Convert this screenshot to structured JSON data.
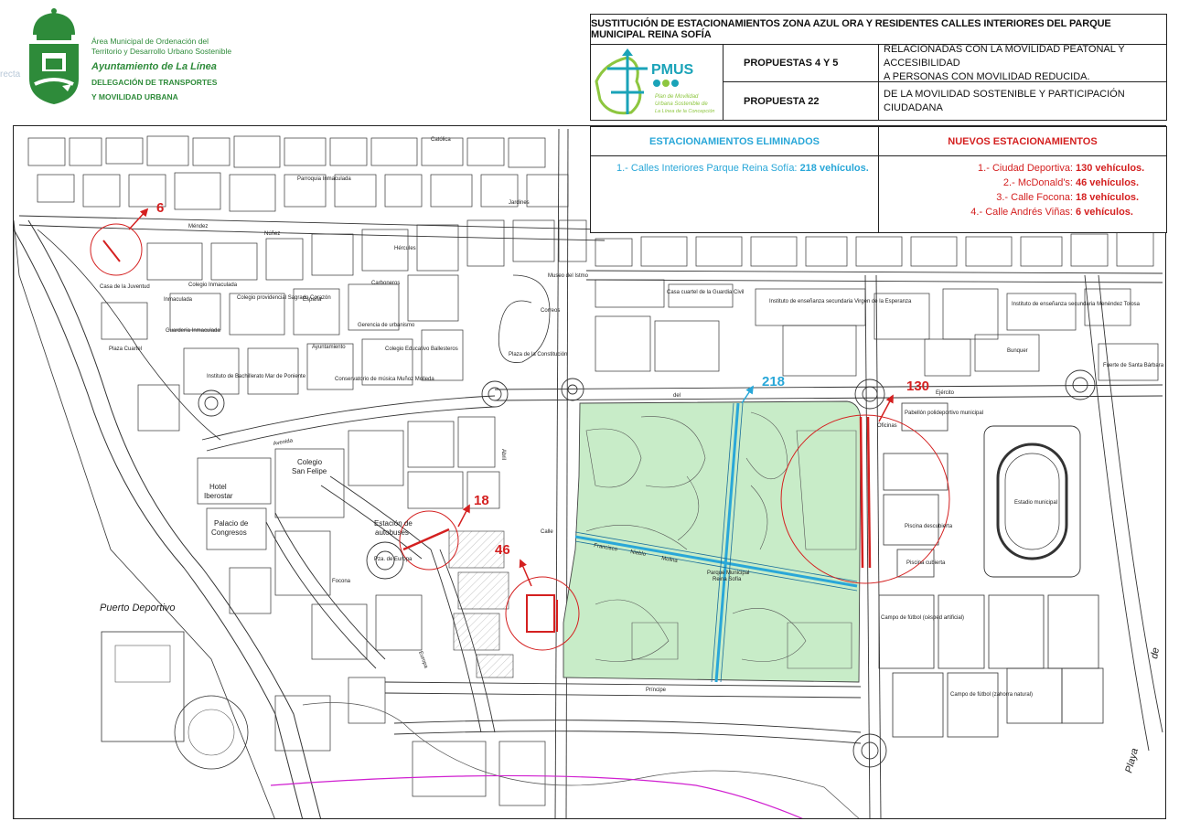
{
  "header": {
    "org_line1": "Área Municipal de Ordenación del",
    "org_line2": "Territorio y Desarrollo Urbano Sostenible",
    "org_name": "Ayuntamiento de La Línea",
    "dept_line1": "DELEGACIÓN DE TRANSPORTES",
    "dept_line2": "Y MOVILIDAD URBANA",
    "watermark": "recta"
  },
  "title_block": {
    "title": "SUSTITUCIÓN DE ESTACIONAMIENTOS ZONA AZUL ORA Y RESIDENTES CALLES INTERIORES DEL PARQUE MUNICIPAL REINA SOFÍA",
    "pmus_acronym": "PMUS",
    "pmus_line1": "Plan de Movilidad",
    "pmus_line2": "Urbana Sostenible de",
    "pmus_line3": "La Línea de la Concepción",
    "proposals": [
      {
        "label": "PROPUESTAS 4 Y 5",
        "desc_line1": "RELACIONADAS CON LA MOVILIDAD PEATONAL Y ACCESIBILIDAD",
        "desc_line2": "A PERSONAS CON MOVILIDAD REDUCIDA."
      },
      {
        "label": "PROPUESTA 22",
        "desc_line1": "DE LA MOVILIDAD SOSTENIBLE Y PARTICIPACIÓN CIUDADANA",
        "desc_line2": ""
      }
    ]
  },
  "legend": {
    "eliminated_title": "ESTACIONAMIENTOS ELIMINADOS",
    "eliminated": [
      {
        "label": "1.- Calles Interiores Parque Reina Sofía:",
        "value": "218 vehículos."
      }
    ],
    "new_title": "NUEVOS ESTACIONAMIENTOS",
    "new": [
      {
        "label": "1.- Ciudad Deportiva:",
        "value": "130 vehículos."
      },
      {
        "label": "2.- McDonald's:",
        "value": "46 vehículos."
      },
      {
        "label": "3.- Calle Focona:",
        "value": "18 vehículos."
      },
      {
        "label": "4.- Calle Andrés Viñas:",
        "value": "6 vehículos."
      }
    ]
  },
  "map": {
    "colors": {
      "park": "#c8ecc8",
      "eliminated": "#29a7d8",
      "new": "#d42020",
      "boundary": "#d01fd0"
    },
    "markers": [
      {
        "value": "218",
        "kind": "eliminated"
      },
      {
        "value": "130",
        "kind": "new"
      },
      {
        "value": "46",
        "kind": "new"
      },
      {
        "value": "18",
        "kind": "new"
      },
      {
        "value": "6",
        "kind": "new"
      }
    ],
    "labels": {
      "puerto": "Puerto Deportivo",
      "hotel": "Hotel",
      "iberostar": "Iberostar",
      "palacio": "Palacio de",
      "congresos": "Congresos",
      "colegio": "Colegio",
      "san_felipe": "San Felipe",
      "estacion": "Estación de",
      "autobuses": "autobuses",
      "avenida": "Avenida",
      "principe": "Príncipe",
      "calle": "Calle",
      "focona": "Focona",
      "europa": "Europa",
      "del": "del",
      "ejercito": "Ejército",
      "parque1": "Parque Municipal",
      "parque2": "Reina Sofía",
      "francisco": "Francisco",
      "nieblo": "Nieblo",
      "molina": "Molina",
      "abril": "Abril",
      "estadio": "Estadio municipal",
      "pabellon": "Pabellón polideportivo municipal",
      "piscina_desc": "Piscina descubierta",
      "piscina_cub": "Piscina cubierta",
      "oficinas": "Oficinas",
      "campo1": "Campo de fútbol (césped artificial)",
      "campo2": "Campo de fútbol (zahorra natural)",
      "bunquer": "Bunquer",
      "playa": "Playa",
      "de": "de",
      "guardia": "Casa cuartel de la Guardia Civil",
      "instituto_esp": "Instituto de enseñanza secundaria Virgen de la Esperanza",
      "instituto_men": "Instituto de enseñanza secundaria Menéndez Tolosa",
      "museo": "Museo del Istmo",
      "correos": "Correos",
      "plaza_const": "Plaza de la Constitución",
      "ayuntamiento": "Ayuntamiento",
      "gerencia": "Gerencia de urbanismo",
      "colegio_ball": "Colegio Educativo Ballesteros",
      "parroquia": "Parroquia Inmaculada",
      "colegio_inm": "Colegio Inmaculada",
      "guarderia": "Guardería Inmaculada",
      "casa_juv": "Casa de la Juventud",
      "plaza_cuartel": "Plaza Cuartel",
      "instituto_bach": "Instituto de Bachillerato Mar de Poniente",
      "colegio_sc": "Colegio providencial Sagrado Corazón",
      "conservatorio": "Conservatorio de música Muñoz Molleda",
      "fuerte": "Fuerte de Santa Bárbara",
      "plz_europa": "Pza. de Europa",
      "mendez": "Méndez",
      "nunez": "Núñez",
      "espana": "España",
      "inmaculada": "Inmaculada",
      "carboneros": "Carboneros",
      "hercules": "Hércules",
      "jardines": "Jardines",
      "catolica": "Católica"
    }
  }
}
